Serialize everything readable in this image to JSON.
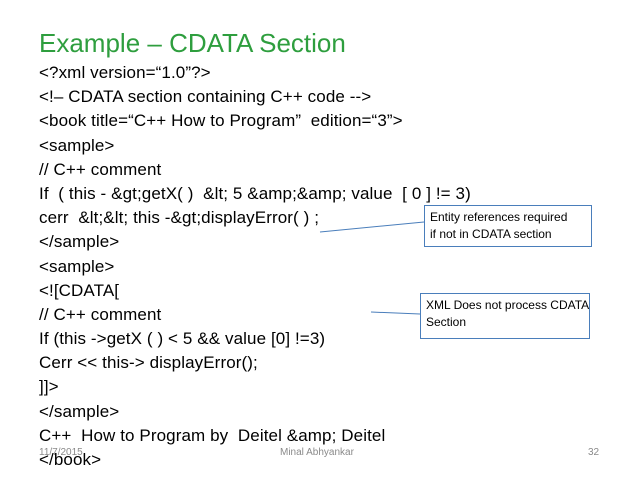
{
  "slide": {
    "title": "Example – CDATA Section",
    "lines": [
      "<?xml version=“1.0”?>",
      "<!– CDATA section containing C++ code -->",
      "<book title=“C++ How to Program”  edition=“3”>",
      "<sample>",
      "// C++ comment",
      "If  ( this - &gt;getX( )  &lt; 5 &amp;&amp; value  [ 0 ] != 3)",
      "cerr  &lt;&lt; this -&gt;displayError( ) ;",
      "</sample>",
      "<sample>",
      "<![CDATA[",
      "// C++ comment",
      "If (this ->getX ( ) < 5 && value [0] !=3)",
      "Cerr << this-> displayError();",
      "]]>",
      "</sample>",
      "C++  How to Program by  Deitel &amp; Deitel",
      "</book>"
    ],
    "callouts": [
      {
        "lines": [
          "Entity references required",
          "if not in CDATA section"
        ]
      },
      {
        "lines": [
          "XML Does not process CDATA",
          "Section"
        ]
      }
    ]
  },
  "footer": {
    "date": "11/7/2015",
    "author": "Minal Abhyankar",
    "page": "32"
  },
  "colors": {
    "title": "#2e9e3e",
    "callout_border": "#4a7ebb"
  }
}
